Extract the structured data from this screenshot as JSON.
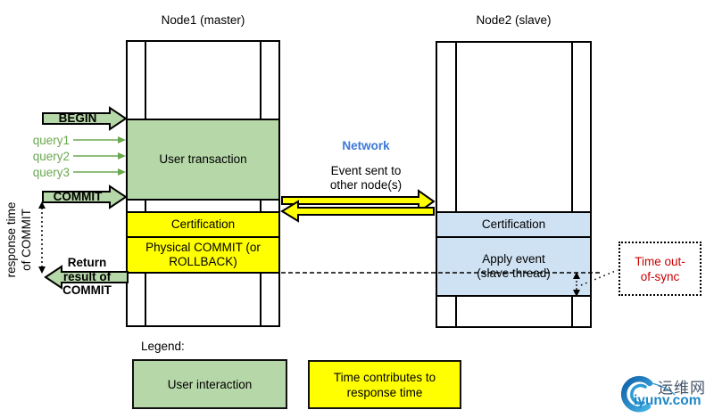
{
  "node1": {
    "title": "Node1 (master)",
    "user_transaction": "User transaction",
    "certification": "Certification",
    "physical_commit_l1": "Physical COMMIT (or",
    "physical_commit_l2": "ROLLBACK)"
  },
  "node2": {
    "title": "Node2 (slave)",
    "certification": "Certification",
    "apply_event_l1": "Apply event",
    "apply_event_l2": "(slave thread)"
  },
  "flow": {
    "begin": "BEGIN",
    "queries": [
      "query1",
      "query2",
      "query3"
    ],
    "commit": "COMMIT",
    "return_l1": "Return",
    "return_l2": "result of",
    "return_l3": "COMMIT",
    "response_time_l1": "response time",
    "response_time_l2": "of COMMIT"
  },
  "network": {
    "title": "Network",
    "event_l1": "Event sent to",
    "event_l2": "other node(s)"
  },
  "sync": {
    "label_l1": "Time out-",
    "label_l2": "of-sync"
  },
  "legend": {
    "title": "Legend:",
    "green_label": "User interaction",
    "yellow_label_l1": "Time contributes to",
    "yellow_label_l2": "response time"
  },
  "watermark": {
    "site_name": "运维网",
    "site_url": "iyunv.com"
  },
  "colors": {
    "user_green": "#b6d7a8",
    "response_yellow": "#ffff00",
    "slave_blue": "#cfe2f3",
    "network_blue": "#3c78d8",
    "query_green": "#6aa84f",
    "alert_red": "#cc0000",
    "watermark_blue": "#1e88c7"
  }
}
